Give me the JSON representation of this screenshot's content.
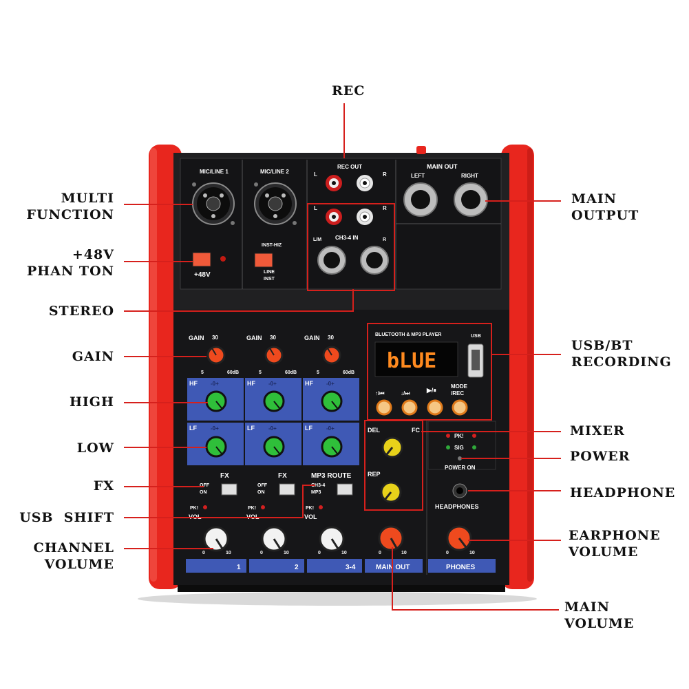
{
  "colors": {
    "body_red": "#e8261e",
    "panel_black": "#1b1b1d",
    "eq_blue": "#3f59b5",
    "leader_red": "#d6201c",
    "knob_green": "#2fbf3a",
    "knob_yellow": "#e8d21a",
    "knob_orange": "#ef4a1e",
    "display_orange": "#ff8a1f"
  },
  "callouts": {
    "rec": "REC",
    "multi_function": "MULTI\nFUNCTION",
    "phantom": "+48V\nPHAN TON",
    "stereo": "STEREO",
    "gain": "GAIN",
    "high": "HIGH",
    "low": "LOW",
    "fx": "FX",
    "usb_shift": "USB  SHIFT",
    "channel_volume": "CHANNEL\nVOLUME",
    "main_output": "MAIN\nOUTPUT",
    "usb_bt_recording": "USB/BT\nRECORDING",
    "mixer": "MIXER",
    "power": "POWER",
    "headphone": "HEADPHONE",
    "earphone_volume": "EARPHONE\nVOLUME",
    "main_volume": "MAIN\nVOLUME"
  },
  "panel": {
    "mic_line_1": "MIC/LINE 1",
    "mic_line_2": "MIC/LINE 2",
    "rec_out": "REC OUT",
    "main_out": "MAIN OUT",
    "left": "LEFT",
    "right": "RIGHT",
    "l": "L",
    "r": "R",
    "lm": "L/M",
    "ch34_in": "CH3-4 IN",
    "inst_hiz": "INST-HIZ",
    "plus48v": "+48V",
    "line": "LINE",
    "inst": "INST",
    "bt_player": "BLUETOOTH & MP3 PLAYER",
    "usb": "USB",
    "display": "bLUE",
    "mode_rec": "MODE\n/REC",
    "gain": "GAIN",
    "gain_max": "30",
    "gain_min": "5",
    "gain_db": "60dB",
    "hf": "HF",
    "lf": "LF",
    "eq_zero": "-0+",
    "fx": "FX",
    "mp3_route": "MP3 ROUTE",
    "off": "OFF",
    "on": "ON",
    "ch34": "CH3-4",
    "mp3": "MP3",
    "pk": "PK!",
    "vol": "VOL",
    "zero": "0",
    "ten": "10",
    "del": "DEL",
    "fc": "FC",
    "rep": "REP",
    "sig": "SIG",
    "power_on": "POWER ON",
    "headphones": "HEADPHONES",
    "strip_1": "1",
    "strip_2": "2",
    "strip_34": "3-4",
    "strip_main": "MAIN OUT",
    "strip_phones": "PHONES"
  }
}
